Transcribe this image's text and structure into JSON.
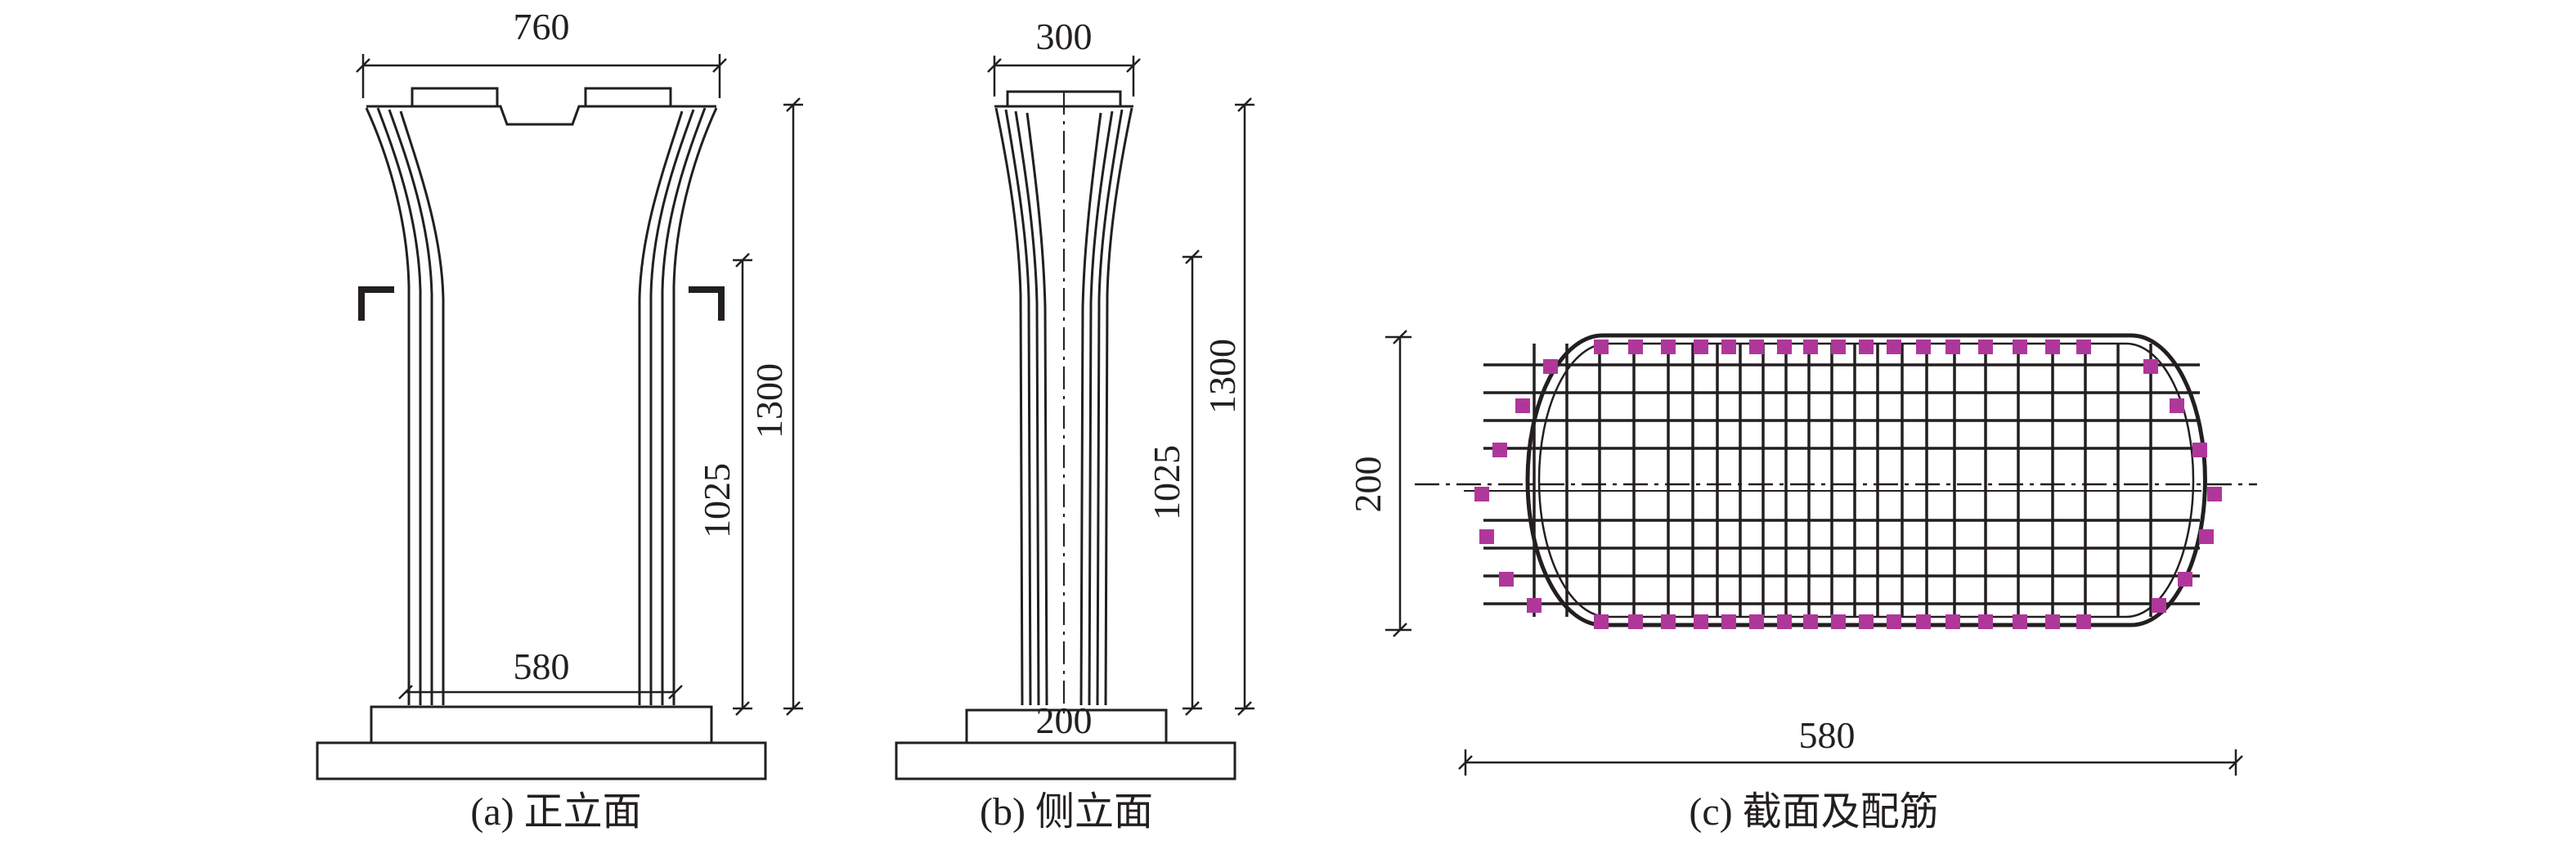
{
  "elevation_front": {
    "dim_top_width": "760",
    "dim_bottom_width": "580",
    "dim_height_total": "1300",
    "dim_height_lower": "1025",
    "caption": "(a) 正立面"
  },
  "elevation_side": {
    "dim_top_width": "300",
    "dim_bottom_width": "200",
    "dim_height_total": "1300",
    "dim_height_lower": "1025",
    "caption": "(b) 侧立面"
  },
  "section": {
    "dim_height": "200",
    "dim_width": "580",
    "caption": "(c) 截面及配筋"
  },
  "colors": {
    "line": "#231f20",
    "rebar": "#b0379a"
  }
}
